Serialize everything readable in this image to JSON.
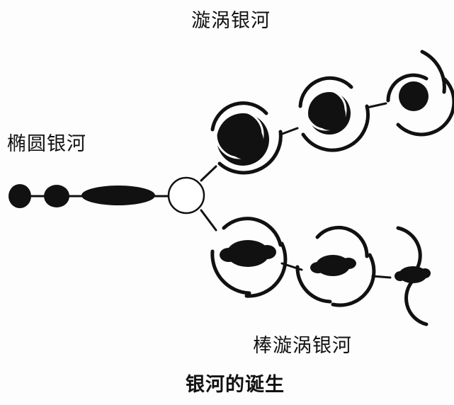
{
  "labels": {
    "spiral": "漩涡银河",
    "elliptical": "椭圆银河",
    "barred_spiral": "棒漩涡银河"
  },
  "caption": "银河的诞生",
  "colors": {
    "ink": "#111111",
    "background": "#fdfdfd"
  }
}
